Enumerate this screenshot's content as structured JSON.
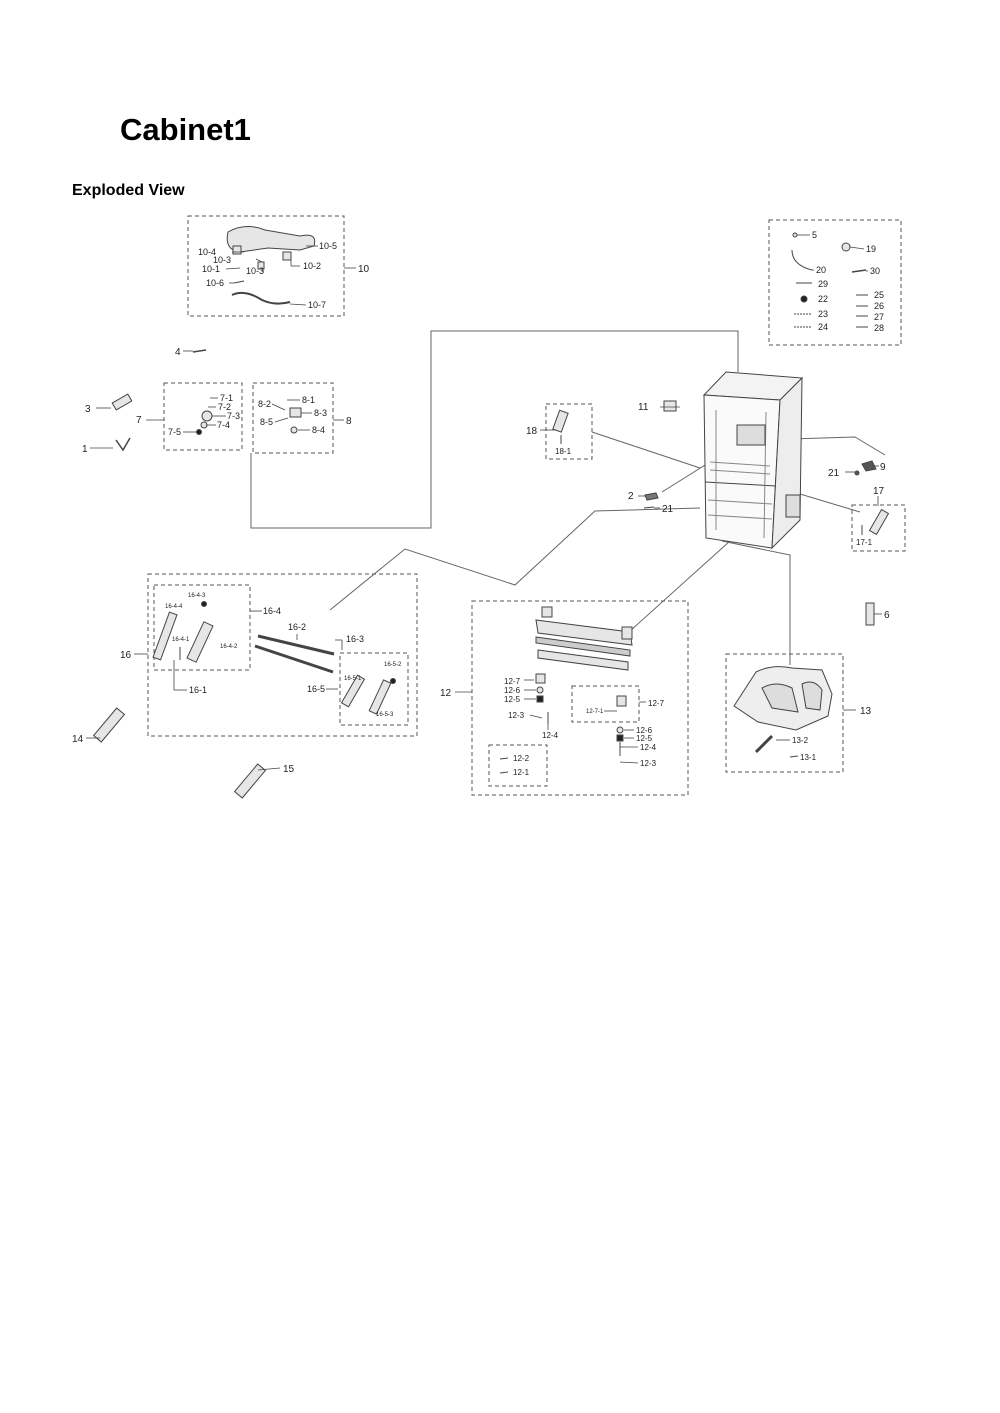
{
  "page": {
    "title": "Cabinet1",
    "subtitle": "Exploded View"
  },
  "callouts": {
    "c10_4": "10-4",
    "c10_3a": "10-3",
    "c10_1": "10-1",
    "c10_6": "10-6",
    "c10_5": "10-5",
    "c10_2": "10-2",
    "c10_3b": "10-3",
    "c10_7": "10-7",
    "c10": "10",
    "c4": "4",
    "c3": "3",
    "c1": "1",
    "c7": "7",
    "c7_1": "7-1",
    "c7_2": "7-2",
    "c7_3": "7-3",
    "c7_4": "7-4",
    "c7_5": "7-5",
    "c8": "8",
    "c8_1": "8-1",
    "c8_2": "8-2",
    "c8_3": "8-3",
    "c8_4": "8-4",
    "c8_5": "8-5",
    "c5": "5",
    "c19": "19",
    "c20": "20",
    "c30": "30",
    "c29": "29",
    "c22": "22",
    "c25": "25",
    "c26": "26",
    "c23": "23",
    "c27": "27",
    "c24": "24",
    "c28": "28",
    "c11": "11",
    "c18": "18",
    "c18_1": "18-1",
    "c21a": "21",
    "c9": "9",
    "c2": "2",
    "c21b": "21",
    "c17": "17",
    "c17_1": "17-1",
    "c6": "6",
    "c16": "16",
    "c16_4": "16-4",
    "c16_4_3": "16-4-3",
    "c16_4_4": "16-4-4",
    "c16_4_1": "16-4-1",
    "c16_4_2": "16-4-2",
    "c16_2": "16-2",
    "c16_3": "16-3",
    "c16_1": "16-1",
    "c16_5": "16-5",
    "c16_5_1": "16-5-1",
    "c16_5_2": "16-5-2",
    "c16_5_3": "16-5-3",
    "c14": "14",
    "c15": "15",
    "c12": "12",
    "c12_7a": "12-7",
    "c12_6a": "12-6",
    "c12_5a": "12-5",
    "c12_3a": "12-3",
    "c12_4a": "12-4",
    "c12_7b": "12-7",
    "c12_7_1": "12-7-1",
    "c12_6b": "12-6",
    "c12_5b": "12-5",
    "c12_4b": "12-4",
    "c12_3b": "12-3",
    "c12_2": "12-2",
    "c12_1": "12-1",
    "c13": "13",
    "c13_2": "13-2",
    "c13_1": "13-1"
  }
}
